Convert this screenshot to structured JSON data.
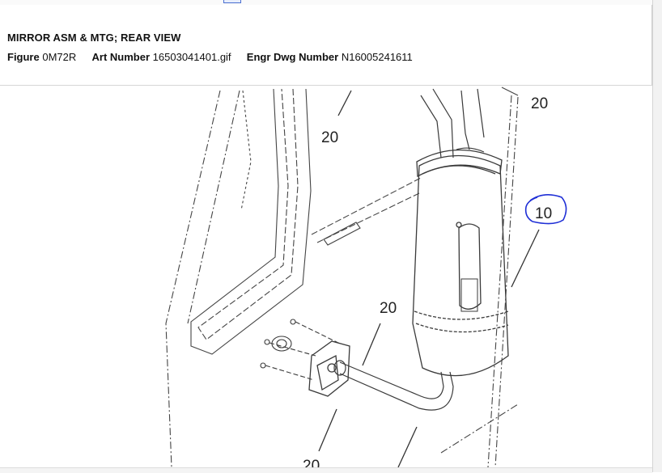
{
  "header": {
    "title": "MIRROR ASM & MTG; REAR VIEW",
    "figure_label": "Figure",
    "figure_value": "0M72R",
    "art_label": "Art Number",
    "art_value": "16503041401.gif",
    "engr_label": "Engr Dwg Number",
    "engr_value": "N16005241611"
  },
  "callouts": {
    "c20_top": "20",
    "c20_topright": "20",
    "c10": "10",
    "c20_mid": "20",
    "c20_bottom": "20"
  },
  "colors": {
    "drawing_line": "#3a3a3a",
    "hand_circle": "#1f2fd6"
  }
}
